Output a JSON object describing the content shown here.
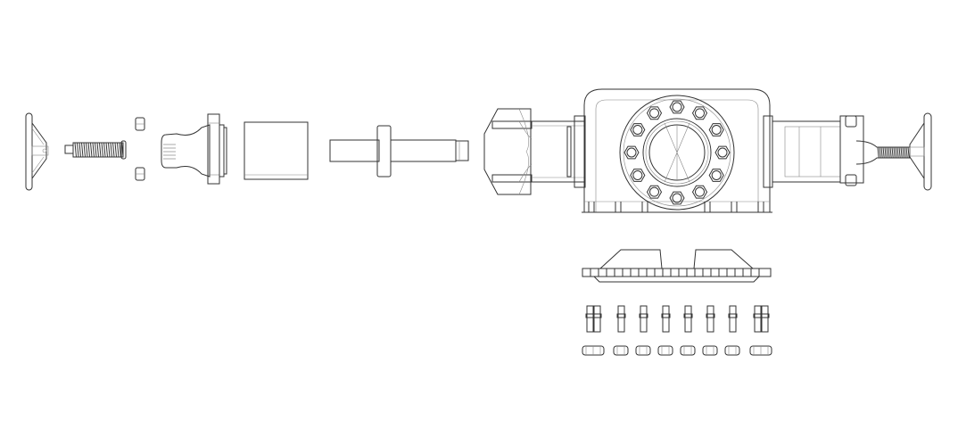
{
  "drawing": {
    "line_color": "#333333",
    "background": "#ffffff",
    "bolt_count_flange": 12,
    "stud_count": 8,
    "nut_count": 8
  }
}
